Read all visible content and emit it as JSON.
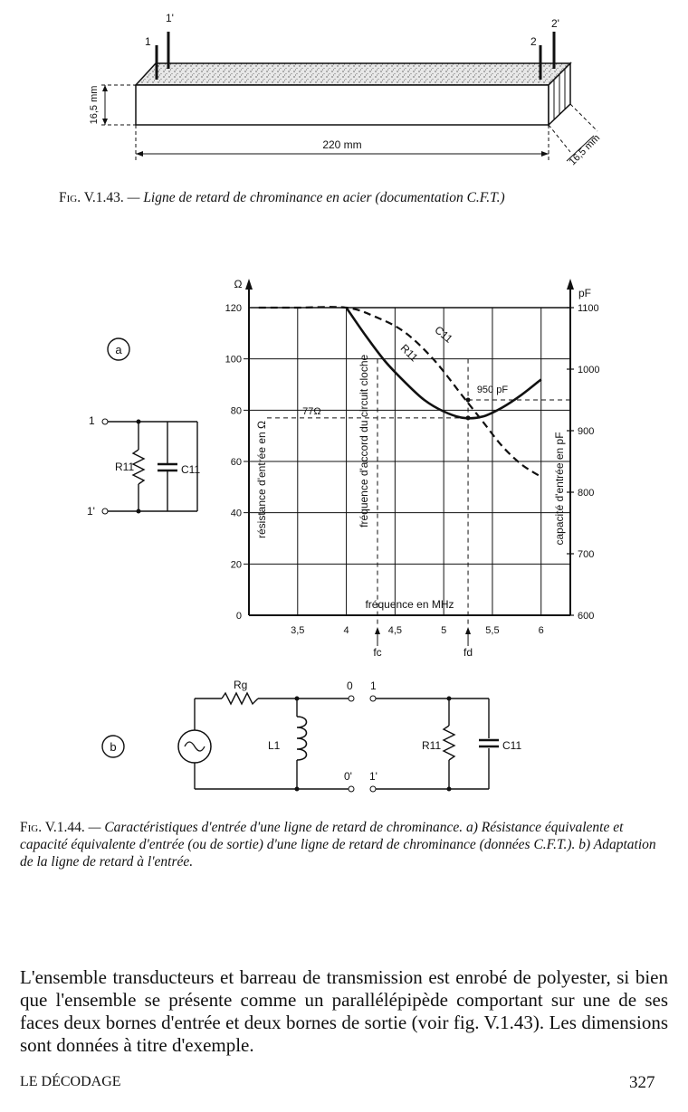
{
  "fig143": {
    "terminals": [
      "1",
      "1'",
      "2",
      "2'"
    ],
    "dim_height": "16,5 mm",
    "dim_length": "220 mm",
    "dim_depth": "16,5 mm",
    "caption_label": "Fig. V.1.43.",
    "caption_text": "— Ligne de retard de chrominance en acier (documentation C.F.T.)"
  },
  "fig144": {
    "panel_a": "a",
    "panel_b": "b",
    "circuit_a": {
      "t1": "1",
      "t1p": "1'",
      "r": "R11",
      "c": "C11"
    },
    "circuit_b": {
      "rg": "Rg",
      "l": "L1",
      "t0": "0",
      "t1": "1",
      "t0p": "0'",
      "t1p": "1'",
      "r": "R11",
      "c": "C11"
    },
    "caption_label": "Fig. V.1.44.",
    "caption_text": "— Caractéristiques d'entrée d'une ligne de retard de chrominance. a) Résistance équivalente et capacité équivalente d'entrée (ou de sortie) d'une ligne de retard de chrominance (données C.F.T.). b) Adaptation de la ligne de retard à l'entrée."
  },
  "chart_data": {
    "type": "line",
    "xlabel": "fréquence en MHz",
    "ylabel_left": "résistance d'entrée en Ω",
    "ylabel_right": "capacité d'entrée en pF",
    "unit_left": "Ω",
    "unit_right": "pF",
    "x_ticks": [
      "3,5",
      "4",
      "4,5",
      "5",
      "5,5",
      "6"
    ],
    "x_tick_values": [
      3.5,
      4,
      4.5,
      5,
      5.5,
      6
    ],
    "y_left_ticks": [
      "0",
      "20",
      "40",
      "60",
      "80",
      "100",
      "120"
    ],
    "y_left_tick_values": [
      0,
      20,
      40,
      60,
      80,
      100,
      120
    ],
    "y_right_ticks": [
      "600",
      "700",
      "800",
      "900",
      "1000",
      "1100"
    ],
    "y_right_tick_values": [
      600,
      700,
      800,
      900,
      1000,
      1100
    ],
    "xlim": [
      3,
      6.3
    ],
    "ylim_left": [
      0,
      120
    ],
    "ylim_right": [
      600,
      1100
    ],
    "grid": true,
    "series": [
      {
        "name": "R11",
        "axis": "left",
        "style": "solid",
        "x": [
          4.0,
          4.2,
          4.4,
          4.6,
          4.8,
          5.0,
          5.2,
          5.4,
          5.6,
          5.8,
          6.0
        ],
        "y": [
          120,
          109,
          99,
          91,
          84,
          79.5,
          77,
          77.5,
          81,
          86,
          92
        ]
      },
      {
        "name": "C11",
        "axis": "right",
        "style": "dashed",
        "x": [
          3.1,
          3.5,
          4.0,
          4.3,
          4.6,
          4.9,
          5.2,
          5.4,
          5.6,
          5.8,
          6.0
        ],
        "y": [
          1100,
          1100,
          1100,
          1085,
          1060,
          1015,
          955,
          915,
          875,
          845,
          825
        ]
      }
    ],
    "annotations": {
      "r_marker": "77Ω",
      "c_marker": "950 pF",
      "fc": "fc",
      "fd": "fd",
      "vertical_note": "fréquence d'accord du circuit cloche"
    }
  },
  "paragraph": "L'ensemble transducteurs et barreau de transmission est enrobé de polyester, si bien que l'ensemble se présente comme un parallélépipède comportant sur une de ses faces deux bornes d'entrée et deux bornes de sortie (voir fig. V.1.43). Les dimensions sont données à titre d'exemple.",
  "footer": {
    "section": "LE DÉCODAGE",
    "page": "327"
  }
}
